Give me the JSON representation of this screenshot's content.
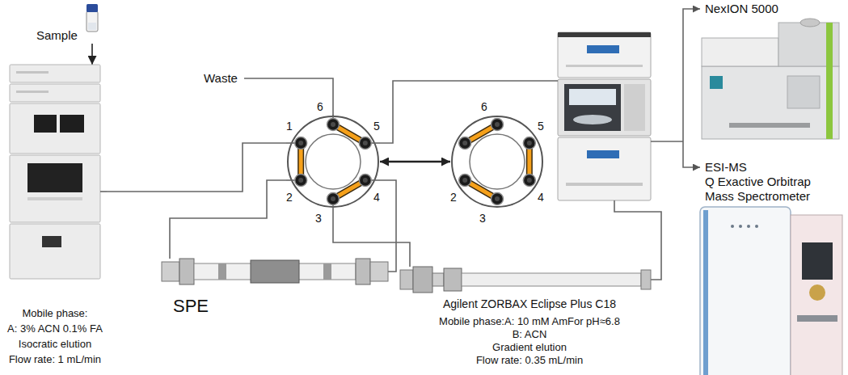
{
  "diagram": {
    "nodes": [
      {
        "text": [
          "Sample"
        ]
      },
      {
        "text": [
          "Mobile phase:",
          "A: 3% ACN 0.1% FA",
          "Isocratic elution",
          "Flow rate: 1 mL/min"
        ]
      },
      {
        "text": [
          "1",
          "2",
          "3",
          "4",
          "5",
          "6"
        ]
      },
      {
        "text": [
          "6",
          "5",
          "2",
          "4",
          "3"
        ]
      },
      {
        "text": [
          "SPE"
        ]
      },
      {
        "text": [
          "Agilent ZORBAX Eclipse Plus C18",
          "Mobile phase:A: 10 mM AmFor pH≈6.8",
          "B: ACN",
          "Gradient elution",
          "Flow rate: 0.35 mL/min"
        ]
      },
      {
        "text": [
          "NexION 5000"
        ]
      },
      {
        "text": [
          "ESI-MS",
          "Q Exactive Orbitrap Mass Spectrometer"
        ]
      }
    ],
    "edges": [
      {
        "from": 0,
        "to": 1,
        "arrow": "to"
      },
      {
        "from": 1,
        "to": 2,
        "arrow": "none"
      },
      {
        "from": 2,
        "to": 4,
        "arrow": "none"
      },
      {
        "from": 4,
        "to": 2,
        "arrow": "none"
      },
      {
        "from": 2,
        "to": 5,
        "arrow": "none"
      },
      {
        "from": 2,
        "to": 3,
        "arrow": "both"
      }
    ],
    "labels": [
      "Waste"
    ]
  }
}
